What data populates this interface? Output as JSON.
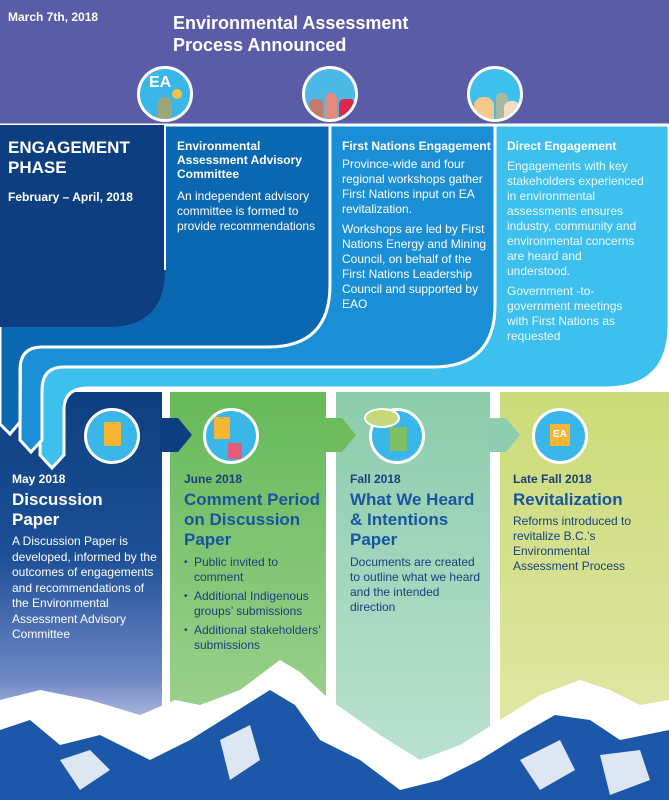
{
  "header": {
    "date": "March 7th, 2018",
    "title_line1": "Environmental Assessment",
    "title_line2": "Process Announced"
  },
  "engagement": {
    "phase_line1": "ENGAGEMENT",
    "phase_line2": "PHASE",
    "dates": "February – April, 2018",
    "columns": [
      {
        "icon": "ea-advisory-icon",
        "heading": "Environmental Assessment Advisory Committee",
        "paragraphs": [
          "An independent advisory committee is formed to provide recommendations"
        ]
      },
      {
        "icon": "first-nations-group-icon",
        "heading": "First Nations Engagement",
        "paragraphs": [
          "Province-wide and four regional workshops gather First Nations input on EA revitalization.",
          "Workshops are led by First Nations Energy and Mining Council, on behalf of the First Nations Leadership Council and supported by EAO"
        ]
      },
      {
        "icon": "people-group-icon",
        "heading": "Direct Engagement",
        "paragraphs": [
          "Engagements with key stakeholders experienced in environmental assessments ensures industry, community and environmental concerns are heard and understood.",
          "Government -to-government meetings with First Nations as requested"
        ]
      }
    ]
  },
  "timeline": [
    {
      "date": "May 2018",
      "title": "Discussion Paper",
      "body": "A Discussion Paper is developed, informed by the outcomes of engagements and recommendations of the Environmental Assessment Advisory Committee",
      "icon": "document-icon"
    },
    {
      "date": "June 2018",
      "title": "Comment Period on Discussion Paper",
      "bullets": [
        "Public invited to comment",
        "Additional Indigenous groups’ submissions",
        "Additional stakeholders’ submissions"
      ],
      "icon": "comment-document-icon"
    },
    {
      "date": "Fall 2018",
      "title": "What We Heard & Intentions Paper",
      "body": "Documents are created to outline what we heard and the intended direction",
      "icon": "speech-document-icon"
    },
    {
      "date": "Late Fall 2018",
      "title": "Revitalization",
      "body": "Reforms introduced to revitalize B.C.’s Environmental Assessment Process",
      "icon": "ea-badge-icon"
    }
  ],
  "colors": {
    "purple": "#5a5ca8",
    "navy": "#0d3f80",
    "blue": "#0a68b2",
    "mid_blue": "#1b8fd6",
    "light_blue": "#3ec0ee",
    "green": "#6dbd5f",
    "teal": "#93cfb2",
    "lime": "#cfdc7c"
  }
}
